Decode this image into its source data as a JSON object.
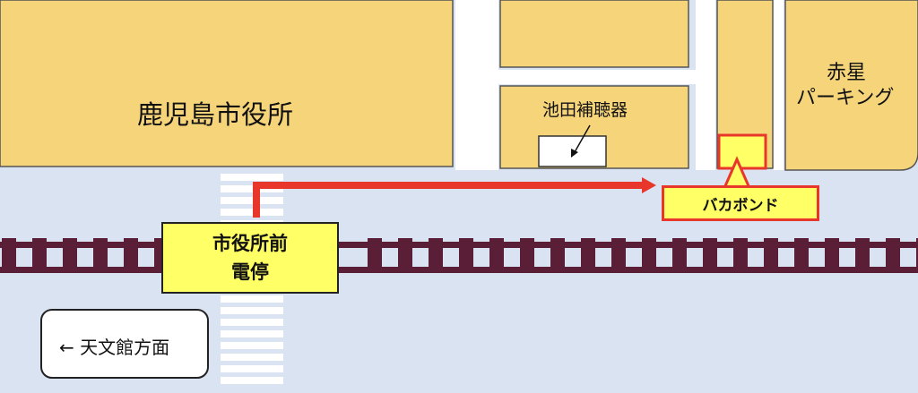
{
  "map": {
    "city_hall": "鹿児島市役所",
    "hearing_aid_shop": "池田補聴器",
    "parking_line1": "赤星",
    "parking_line2": "パーキング",
    "destination": "バカボンド",
    "tram_stop_line1": "市役所前",
    "tram_stop_line2": "電停",
    "direction_sign": "← 天文館方面"
  },
  "colors": {
    "building": "#f6d57a",
    "road": "#d9e3f2",
    "street": "#ffffff",
    "rail": "#5a1f36",
    "route": "#e8372a",
    "highlight": "#ffff66",
    "highlight_border": "#e8372a"
  }
}
